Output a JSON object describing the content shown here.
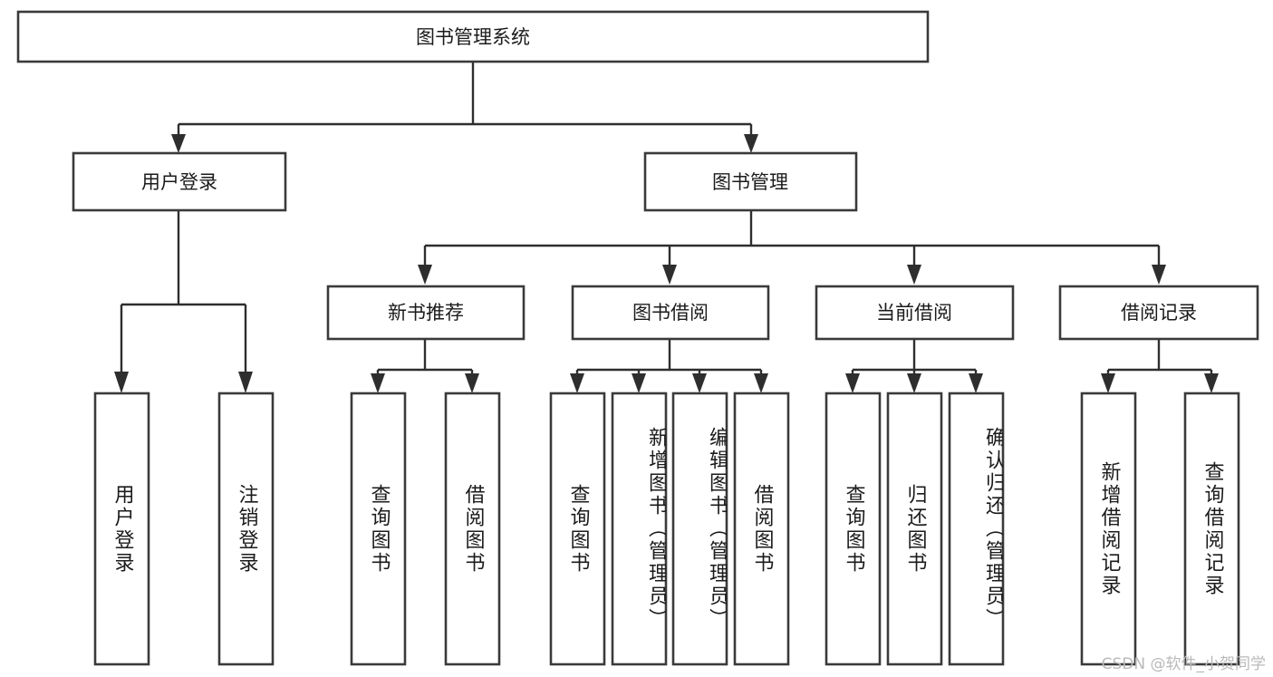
{
  "diagram": {
    "type": "tree",
    "title": "图书管理系统",
    "orientation": "top-down",
    "root": {
      "id": "root",
      "label": "图书管理系统"
    },
    "level2": [
      {
        "id": "user-login",
        "label": "用户登录"
      },
      {
        "id": "book-manage",
        "label": "图书管理"
      }
    ],
    "level3": [
      {
        "id": "new-book-rec",
        "label": "新书推荐",
        "parent": "book-manage"
      },
      {
        "id": "book-borrow",
        "label": "图书借阅",
        "parent": "book-manage"
      },
      {
        "id": "current-borrow",
        "label": "当前借阅",
        "parent": "book-manage"
      },
      {
        "id": "borrow-record",
        "label": "借阅记录",
        "parent": "book-manage"
      }
    ],
    "leaves": {
      "user-login": [
        {
          "id": "leaf-user-login",
          "label": "用户登录"
        },
        {
          "id": "leaf-logout",
          "label": "注销登录"
        }
      ],
      "new-book-rec": [
        {
          "id": "leaf-query-book-1",
          "label": "查询图书"
        },
        {
          "id": "leaf-borrow-book-1",
          "label": "借阅图书"
        }
      ],
      "book-borrow": [
        {
          "id": "leaf-query-book-2",
          "label": "查询图书"
        },
        {
          "id": "leaf-add-book",
          "label": "新增图书（管理员）"
        },
        {
          "id": "leaf-edit-book",
          "label": "编辑图书（管理员）"
        },
        {
          "id": "leaf-borrow-book-2",
          "label": "借阅图书"
        }
      ],
      "current-borrow": [
        {
          "id": "leaf-query-book-3",
          "label": "查询图书"
        },
        {
          "id": "leaf-return-book",
          "label": "归还图书"
        },
        {
          "id": "leaf-confirm-return",
          "label": "确认归还（管理员）"
        }
      ],
      "borrow-record": [
        {
          "id": "leaf-add-record",
          "label": "新增借阅记录"
        },
        {
          "id": "leaf-query-record",
          "label": "查询借阅记录"
        }
      ]
    }
  },
  "watermark": {
    "text": "CSDN @软件_小贺同学"
  },
  "colors": {
    "box_stroke": "#3a3a3a",
    "box_fill": "#ffffff",
    "connector": "#2e2e2e",
    "label": "#1b1b1b",
    "watermark": "#b9b9b9",
    "background": "#ffffff"
  }
}
